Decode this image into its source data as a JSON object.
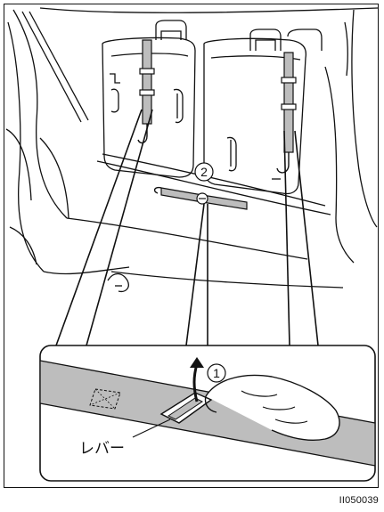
{
  "figure": {
    "callout_1": "1",
    "callout_2": "2",
    "lever_label": "レバー",
    "figure_code": "II050039"
  },
  "colors": {
    "ink": "#111111",
    "strap": "#bdbdbd",
    "strap_dark": "#9a9a9a"
  }
}
